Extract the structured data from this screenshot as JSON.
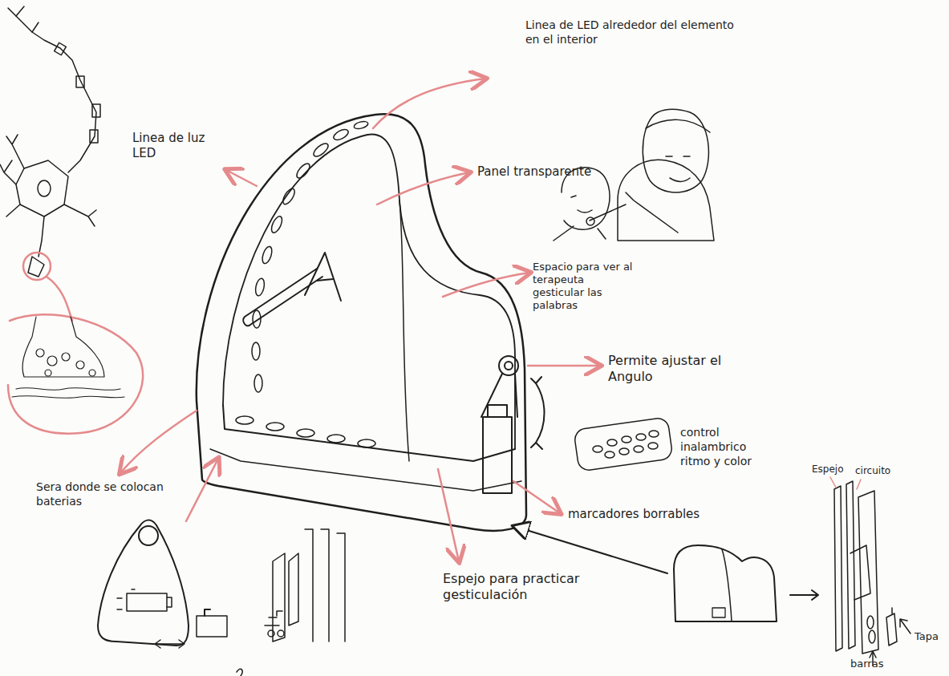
{
  "diagram": {
    "labels": [
      "Linea de LED alrededor del elemento en el interior",
      "Linea de luz LED",
      "Panel transparente",
      "Espacio para ver al terapeuta gesticular las palabras",
      "Permite ajustar el Angulo",
      "control inalambrico ritmo y color",
      "marcadores borrables",
      "Espejo para practicar gesticulación",
      "Sera donde se colocan baterias",
      "Espejo",
      "circuito",
      "Tapa",
      "barras"
    ]
  }
}
